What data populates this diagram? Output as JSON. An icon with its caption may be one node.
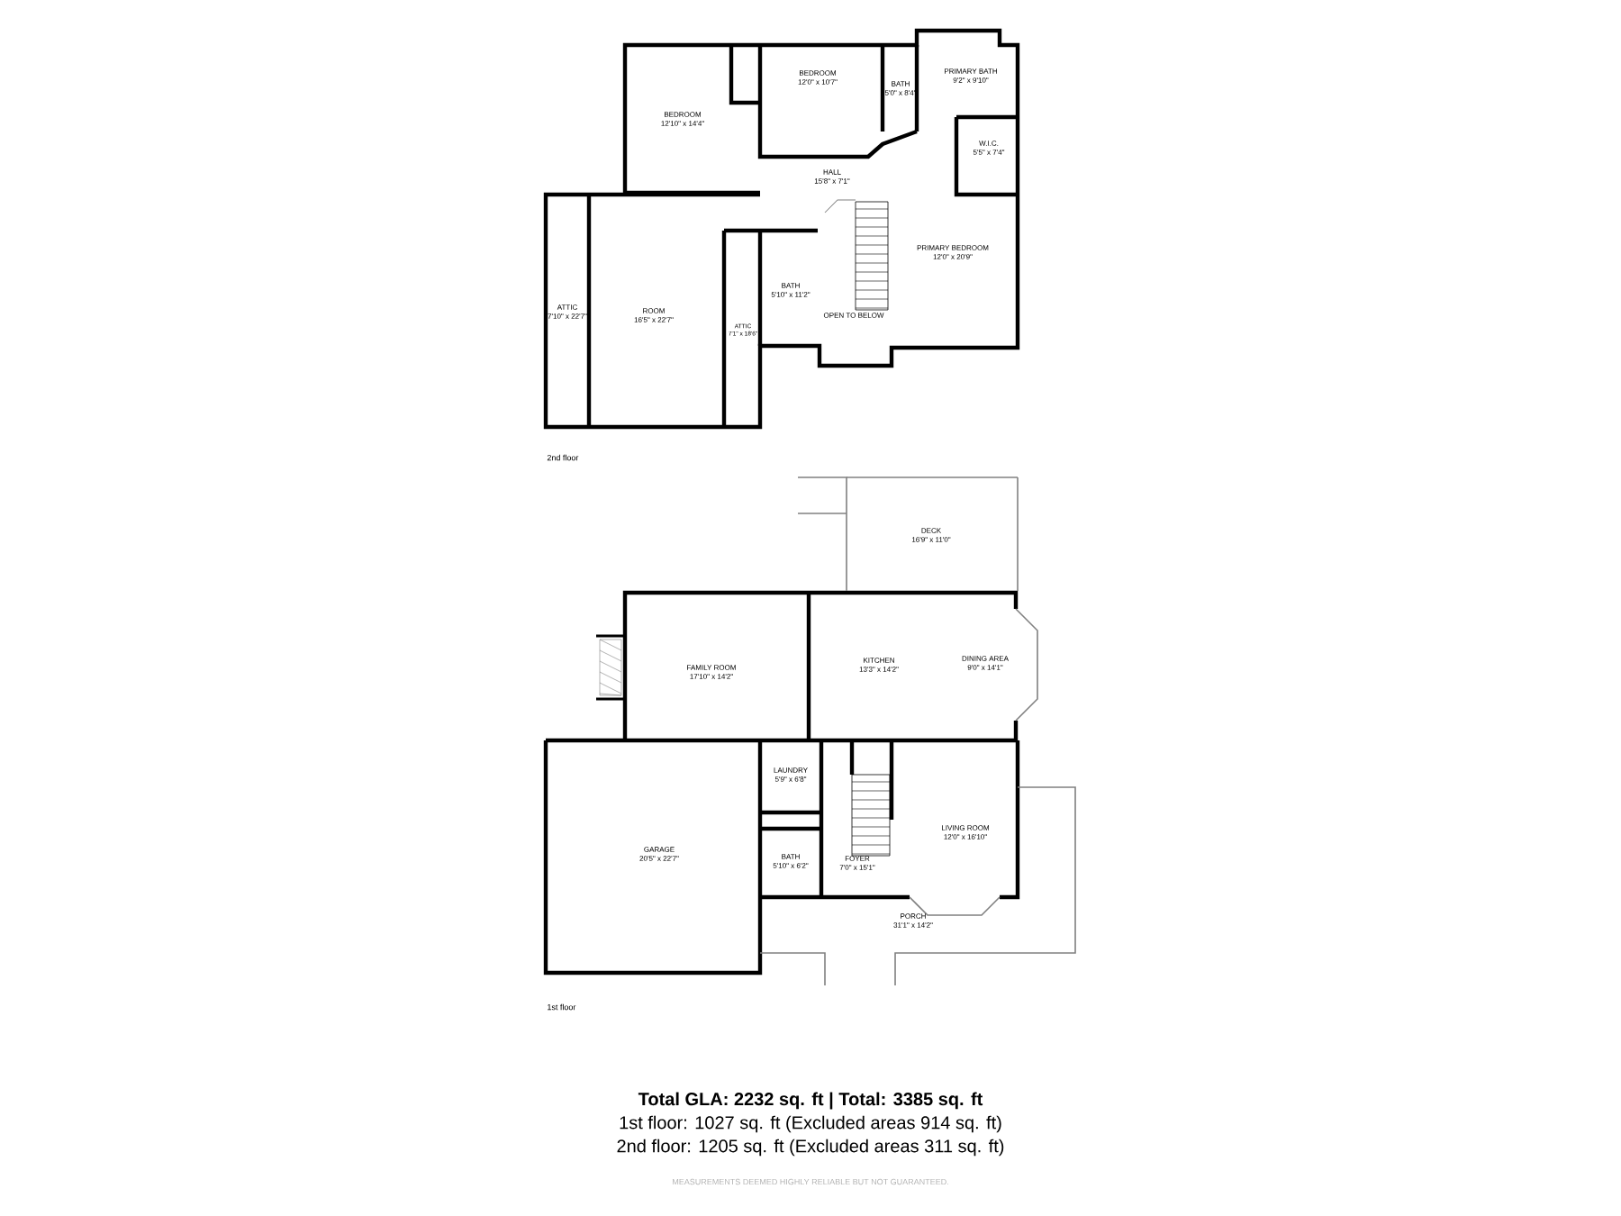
{
  "diagram": {
    "nodes": [
      {
        "text": [
          "BEDROOM",
          "12'10\" x 14'4\""
        ]
      },
      {
        "text": [
          "BEDROOM",
          "12'0\" x 10'7\""
        ]
      },
      {
        "text": [
          "BATH",
          "5'0\" x 8'4\""
        ]
      },
      {
        "text": [
          "PRIMARY BATH",
          "9'2\" x 9'10\""
        ]
      },
      {
        "text": [
          "W.I.C.",
          "5'5\" x 7'4\""
        ]
      },
      {
        "text": [
          "HALL",
          "15'8\" x 7'1\""
        ]
      },
      {
        "text": [
          "PRIMARY BEDROOM",
          "12'0\" x 20'9\""
        ]
      },
      {
        "text": [
          "ATTIC",
          "7'10\" x 22'7\""
        ]
      },
      {
        "text": [
          "ROOM",
          "16'5\" x 22'7\""
        ]
      },
      {
        "text": [
          "ATTIC",
          "7'1\" x 18'6\""
        ]
      },
      {
        "text": [
          "BATH",
          "5'10\" x 11'2\""
        ]
      },
      {
        "text": [
          "OPEN TO BELOW"
        ]
      },
      {
        "text": [
          "DECK",
          "16'9\" x 11'0\""
        ]
      },
      {
        "text": [
          "FAMILY ROOM",
          "17'10\" x 14'2\""
        ]
      },
      {
        "text": [
          "KITCHEN",
          "13'3\" x 14'2\""
        ]
      },
      {
        "text": [
          "DINING AREA",
          "9'0\" x 14'1\""
        ]
      },
      {
        "text": [
          "LAUNDRY",
          "5'9\" x 6'8\""
        ]
      },
      {
        "text": [
          "GARAGE",
          "20'5\" x 22'7\""
        ]
      },
      {
        "text": [
          "LIVING ROOM",
          "12'0\" x 16'10\""
        ]
      },
      {
        "text": [
          "BATH",
          "5'10\" x 6'2\""
        ]
      },
      {
        "text": [
          "FOYER",
          "7'0\" x 15'1\""
        ]
      },
      {
        "text": [
          "PORCH",
          "31'1\" x 14'2\""
        ]
      }
    ],
    "labels": [
      "2nd floor",
      "1st floor",
      "**Total GLA: 2232 sq. ft | Total: 3385 sq. ft**",
      "1st floor: 1027 sq. ft (Excluded areas 914 sq. ft)",
      "2nd floor: 1205 sq. ft (Excluded areas 311 sq. ft)",
      "MEASUREMENTS DEEMED HIGHLY RELIABLE BUT NOT GUARANTEED."
    ]
  }
}
